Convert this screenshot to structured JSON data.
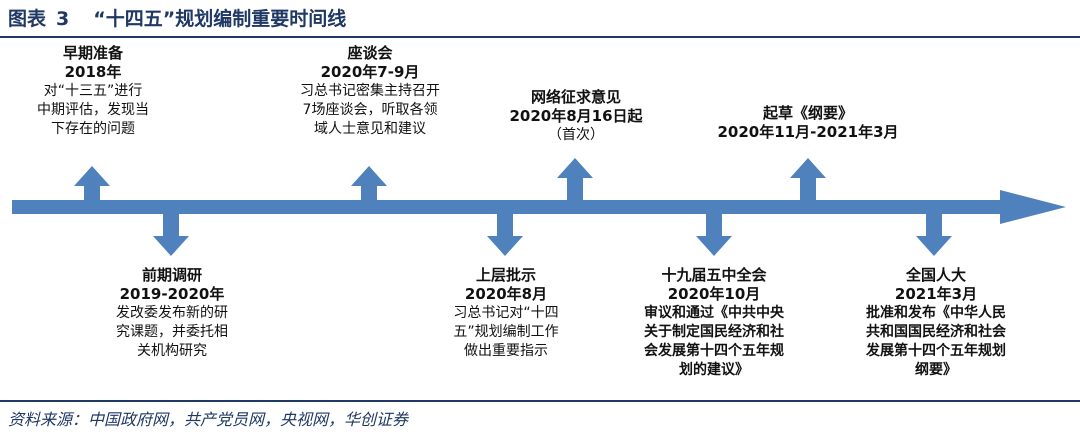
{
  "header": {
    "figure_label": "图表",
    "figure_number": "3",
    "title": "“十四五”规划编制重要时间线"
  },
  "source": "资料来源：中国政府网，共产党员网，央视网，华创证券",
  "colors": {
    "arrow": "#4f81bd",
    "title": "#1f3864"
  },
  "events": [
    {
      "id": "e1",
      "title": "早期准备",
      "date": "2018年",
      "desc": "对“十三五”进行\n中期评估，发现当\n下存在的问题"
    },
    {
      "id": "e2",
      "title": "前期调研",
      "date": "2019-2020年",
      "desc": "发改委发布新的研\n究课题，并委托相\n关机构研究"
    },
    {
      "id": "e3",
      "title": "座谈会",
      "date": "2020年7-9月",
      "desc": "习总书记密集主持召开\n7场座谈会，听取各领\n域人士意见和建议"
    },
    {
      "id": "e4",
      "title": "上层批示",
      "date": "2020年8月",
      "desc": "习总书记对“十四\n五”规划编制工作\n做出重要指示"
    },
    {
      "id": "e5",
      "title": "网络征求意见",
      "date": "2020年8月16日起",
      "desc": "（首次）"
    },
    {
      "id": "e6",
      "title": "十九届五中全会",
      "date": "2020年10月",
      "desc": "审议和通过《中共中央\n关于制定国民经济和社\n会发展第十四个五年规\n划的建议》"
    },
    {
      "id": "e7",
      "title": "起草《纲要》",
      "date": "2020年11月-2021年3月",
      "desc": ""
    },
    {
      "id": "e8",
      "title": "全国人大",
      "date": "2021年3月",
      "desc": "批准和发布《中华人民\n共和国国民经济和社会\n发展第十四个五年规划\n纲要》"
    }
  ]
}
